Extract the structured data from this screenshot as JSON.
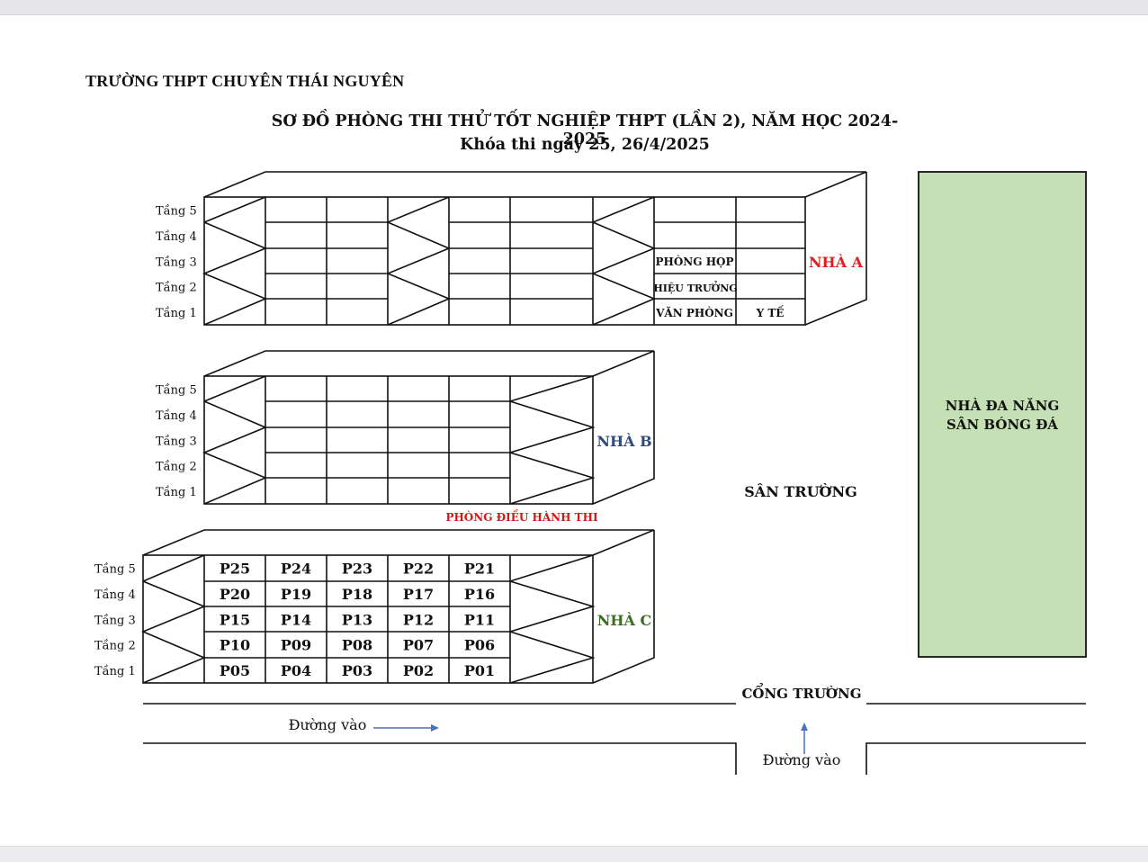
{
  "header": {
    "school": "TRƯỜNG THPT CHUYÊN THÁI NGUYÊN",
    "title": "SƠ ĐỒ PHÒNG THI THỬ TỐT NGHIỆP THPT (LẦN 2), NĂM HỌC 2024-2025",
    "subtitle": "Khóa thi ngày 25, 26/4/2025"
  },
  "floor_labels": [
    "Tầng 5",
    "Tầng 4",
    "Tầng 3",
    "Tầng 2",
    "Tầng 1"
  ],
  "buildings": {
    "a": {
      "name": "NHÀ A",
      "name_color": "#e02020",
      "rooms": {
        "phong_hop": "PHÒNG HỌP",
        "hieu_truong": "HIỆU TRƯỞNG",
        "van_phong": "VĂN PHÒNG",
        "y_te": "Y TẾ"
      }
    },
    "b": {
      "name": "NHÀ B",
      "name_color": "#2e4a7a",
      "note": "PHÒNG ĐIỀU HÀNH THI",
      "note_color": "#d01818"
    },
    "c": {
      "name": "NHÀ C",
      "name_color": "#3b6e22",
      "rooms": [
        [
          "P25",
          "P24",
          "P23",
          "P22",
          "P21"
        ],
        [
          "P20",
          "P19",
          "P18",
          "P17",
          "P16"
        ],
        [
          "P15",
          "P14",
          "P13",
          "P12",
          "P11"
        ],
        [
          "P10",
          "P09",
          "P08",
          "P07",
          "P06"
        ],
        [
          "P05",
          "P04",
          "P03",
          "P02",
          "P01"
        ]
      ]
    }
  },
  "grounds": {
    "san_truong": "SÂN TRƯỜNG",
    "nha_da_nang": [
      "NHÀ ĐA NĂNG",
      "SÂN BÓNG ĐÁ"
    ],
    "nha_da_nang_color": "#c5e0b4",
    "cong_truong": "CỔNG TRƯỜNG",
    "duong_vao": "Đường vào",
    "arrow_color": "#4472c4"
  }
}
